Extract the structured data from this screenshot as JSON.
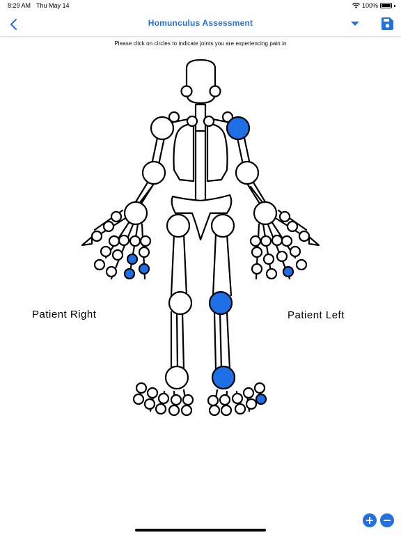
{
  "status_bar": {
    "time": "8:29 AM",
    "date": "Thu May 14",
    "battery": "100%"
  },
  "header": {
    "title": "Homunculus Assessment"
  },
  "instruction": "Please click on circles to indicate joints you are experiencing pain in",
  "labels": {
    "patient_right": "Patient Right",
    "patient_left": "Patient Left"
  },
  "selected_joints": [
    "left-shoulder",
    "left-knee",
    "left-ankle",
    "right-hand-finger-4-pip",
    "right-hand-finger-4-dip",
    "right-hand-finger-3-dip",
    "left-hand-finger-4-dip",
    "left-foot-toe-5-outer"
  ],
  "colors": {
    "accent": "#2370e0",
    "selected_joint": "#1e6fe6"
  }
}
